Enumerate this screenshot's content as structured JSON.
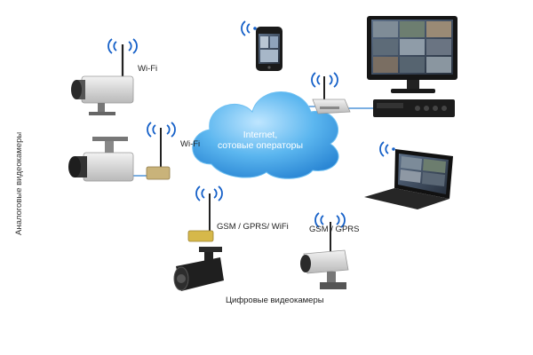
{
  "cloud": {
    "line1": "Internet,",
    "line2": "сотовые операторы"
  },
  "labels": {
    "wifi_top": "Wi-Fi",
    "wifi_mid": "Wi-Fi",
    "gsm_gprs_wifi": "GSM / GPRS/ WiFi",
    "gsm_gprs": "GSM / GPRS",
    "analog_cameras": "Аналоговые видеокамеры",
    "digital_cameras": "Цифровые видеокамеры"
  },
  "colors": {
    "cloud": "#4aa8e8",
    "wifi_waves": "#1560c8",
    "links": "#2c7fd1",
    "device_dark": "#1c1c1c",
    "camera_body": "#d8d8d8"
  }
}
